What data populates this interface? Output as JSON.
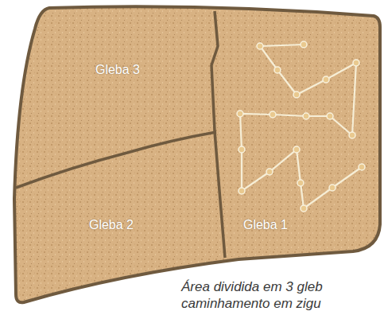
{
  "diagram": {
    "caption": "Área dividida em 3 gleb caminhamento em zigu",
    "nodes": [
      {
        "text": [
          "Gleba 3"
        ]
      },
      {
        "text": [
          "Gleba 1"
        ]
      },
      {
        "text": [
          "Gleba 2"
        ]
      }
    ]
  }
}
